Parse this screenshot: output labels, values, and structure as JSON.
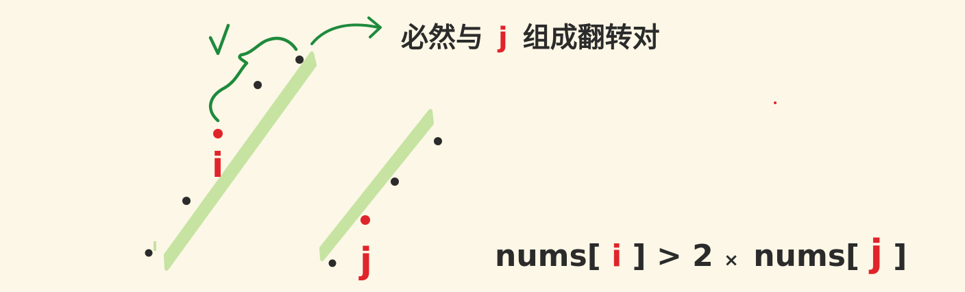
{
  "annotation": {
    "check_mark": "✓",
    "text_before": "必然与",
    "text_highlight": "j",
    "text_after": "组成翻转对"
  },
  "labels": {
    "i": "i",
    "j": "j"
  },
  "formula": {
    "part1": "nums[",
    "i": "i",
    "part2": "] > 2",
    "times": "×",
    "part3": "nums[",
    "j": "j",
    "part4": "]"
  },
  "colors": {
    "background": "#fcf7e6",
    "ink": "#2b2b2b",
    "highlight_red": "#e0242b",
    "band_green": "#c6e3a2",
    "annotation_green": "#1e8a3c"
  }
}
